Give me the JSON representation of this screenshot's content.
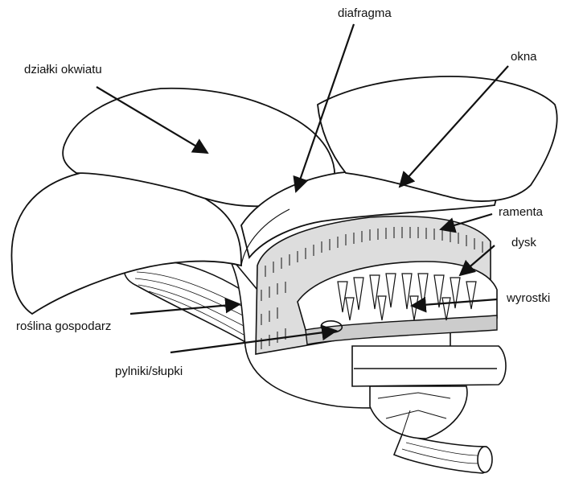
{
  "colors": {
    "ink": "#111111",
    "paper": "#ffffff"
  },
  "labels": {
    "sepals": "działki okwiatu",
    "diaphragm": "diafragma",
    "windows": "okna",
    "ramenta": "ramenta",
    "disc": "dysk",
    "processes": "wyrostki",
    "host_plant": "roślina gospodarz",
    "anthers_pistils": "pylniki/słupki"
  }
}
